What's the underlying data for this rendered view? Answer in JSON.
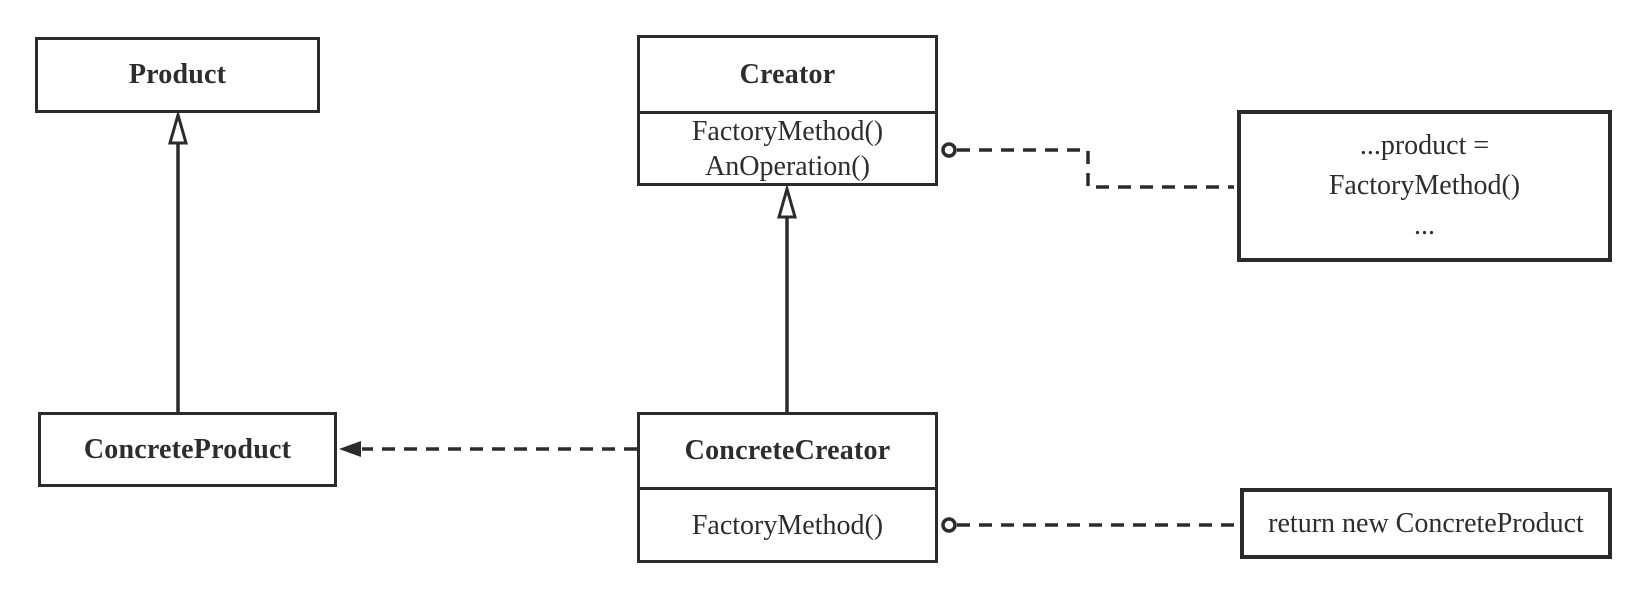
{
  "classes": {
    "product": {
      "name": "Product"
    },
    "creator": {
      "name": "Creator",
      "methods": [
        "FactoryMethod()",
        "AnOperation()"
      ]
    },
    "concrete_product": {
      "name": "ConcreteProduct"
    },
    "concrete_creator": {
      "name": "ConcreteCreator",
      "methods": [
        "FactoryMethod()"
      ]
    }
  },
  "notes": {
    "creator_note": {
      "lines": [
        "...product =",
        "FactoryMethod()",
        "..."
      ]
    },
    "concrete_creator_note": {
      "lines": [
        "return new ConcreteProduct"
      ]
    }
  },
  "relationships": [
    {
      "from": "ConcreteProduct",
      "to": "Product",
      "type": "inheritance"
    },
    {
      "from": "ConcreteCreator",
      "to": "Creator",
      "type": "inheritance"
    },
    {
      "from": "ConcreteCreator",
      "to": "ConcreteProduct",
      "type": "dashed-dependency"
    },
    {
      "from": "Creator",
      "to": "creator_note",
      "type": "note-link"
    },
    {
      "from": "ConcreteCreator.FactoryMethod()",
      "to": "concrete_creator_note",
      "type": "note-link"
    }
  ],
  "colors": {
    "stroke": "#2b2b2b",
    "text": "#2d2d2d",
    "background": "#ffffff"
  }
}
